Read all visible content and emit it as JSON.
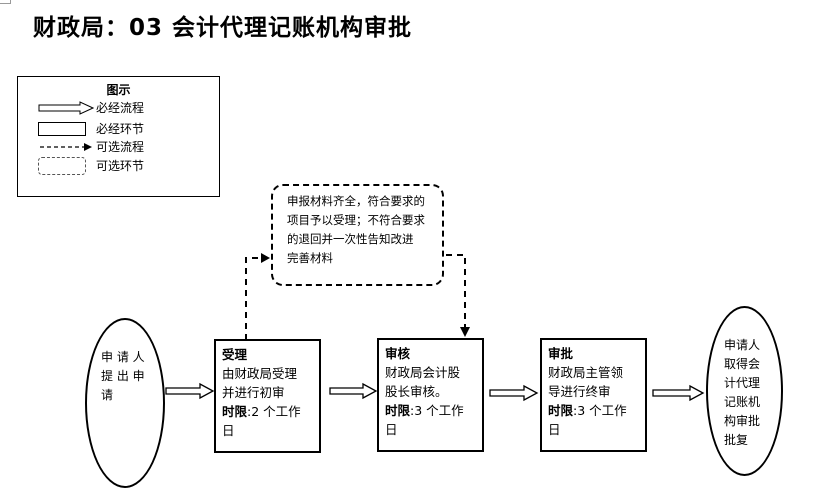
{
  "title": "财政局：03 会计代理记账机构审批",
  "legend": {
    "title": "图示",
    "items": [
      {
        "symbol": "hollow-arrow",
        "label": "必经流程"
      },
      {
        "symbol": "solid-box",
        "label": "必经环节"
      },
      {
        "symbol": "dashed-arrow",
        "label": "可选流程"
      },
      {
        "symbol": "dashed-box",
        "label": "可选环节"
      }
    ]
  },
  "note": {
    "text": "申报材料齐全，符合要求的项目予以受理；不符合要求的退回并一次性告知改进完善材料",
    "lines": [
      "申报材料齐全，符合要求的",
      "项目予以受理；不符合要求",
      "的退回并一次性告知改进",
      "完善材料"
    ]
  },
  "start": {
    "lines": [
      "申 请 人",
      "提 出 申",
      "请"
    ]
  },
  "steps": [
    {
      "title": "受理",
      "desc_lines": [
        "由财政局受理",
        "并进行初审"
      ],
      "limit_label": "时限",
      "limit_value": ":2 个工作",
      "limit_tail": "日"
    },
    {
      "title": "审核",
      "desc_lines": [
        "财政局会计股",
        "股长审核。"
      ],
      "limit_label": "时限",
      "limit_value": ":3 个工作",
      "limit_tail": "日"
    },
    {
      "title": "审批",
      "desc_lines": [
        "财政局主管领",
        "导进行终审"
      ],
      "limit_label": "时限",
      "limit_value": ":3 个工作",
      "limit_tail": "日"
    }
  ],
  "end": {
    "lines": [
      "申请人",
      "取得会",
      "计代理",
      "记账机",
      "构审批",
      "批复"
    ]
  }
}
